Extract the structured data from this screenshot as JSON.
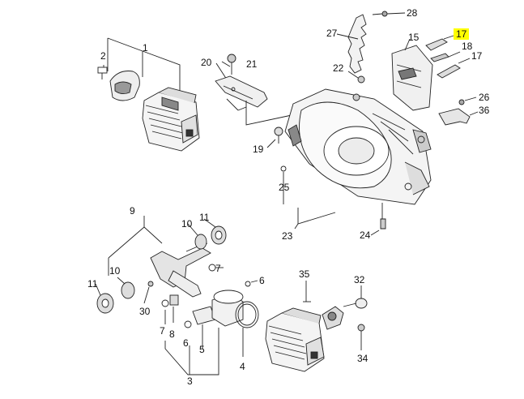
{
  "diagram": {
    "highlight_color": "#ffff00",
    "line_color": "#222222",
    "callouts": {
      "c1": "1",
      "c2": "2",
      "c3": "3",
      "c4": "4",
      "c5": "5",
      "c6a": "6",
      "c6b": "6",
      "c7a": "7",
      "c7b": "7",
      "c8": "8",
      "c9": "9",
      "c10a": "10",
      "c10b": "10",
      "c11a": "11",
      "c11b": "11",
      "c15": "15",
      "c17a": "17",
      "c17b": "17",
      "c18": "18",
      "c19": "19",
      "c20": "20",
      "c21": "21",
      "c22": "22",
      "c23": "23",
      "c24": "24",
      "c25": "25",
      "c26": "26",
      "c27": "27",
      "c28": "28",
      "c30": "30",
      "c32": "32",
      "c34": "34",
      "c35": "35",
      "c36": "36"
    }
  }
}
